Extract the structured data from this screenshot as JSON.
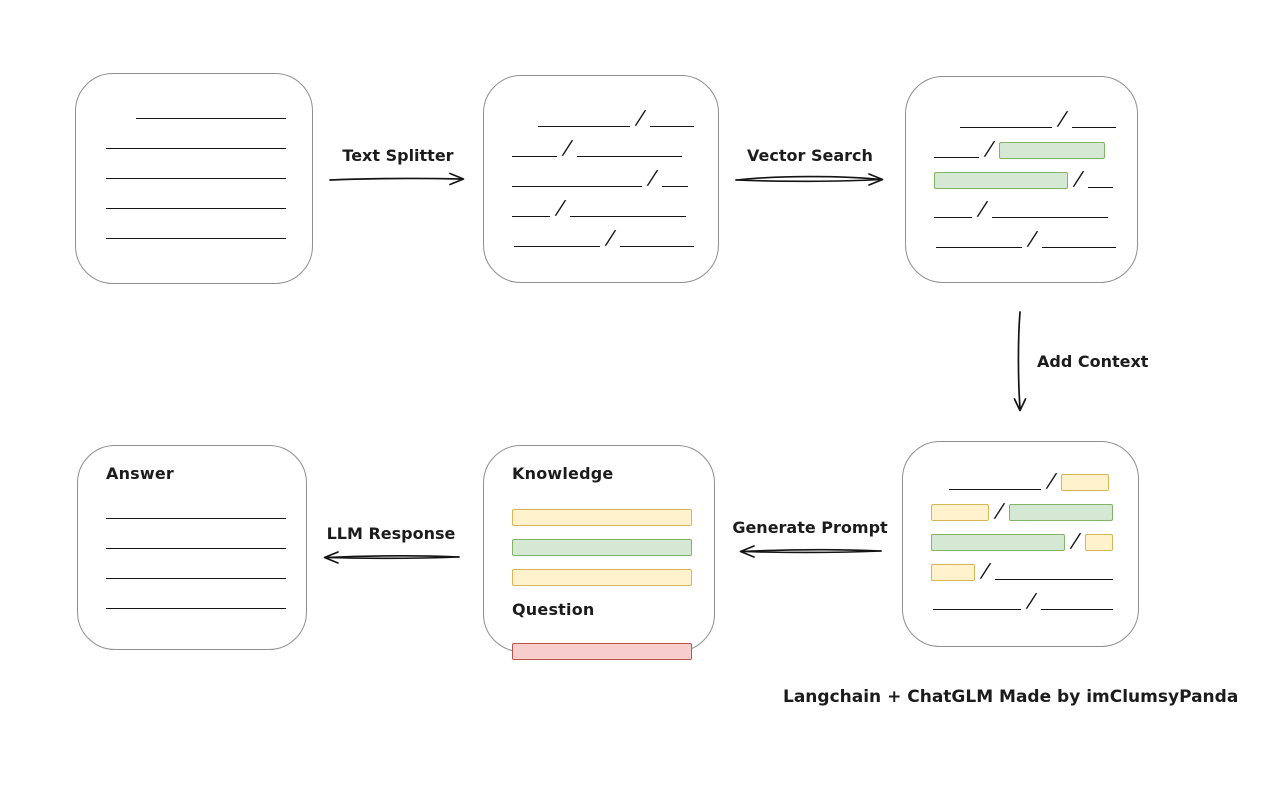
{
  "caption": "Langchain + ChatGLM Made by imClumsyPanda",
  "colors": {
    "box_border": "#8f8f8f",
    "line": "#141414",
    "green_fill": "#d5e8d4",
    "green_stroke": "#82b366",
    "yellow_fill": "#fff2cc",
    "yellow_stroke": "#d6b656",
    "red_fill": "#f8cecc",
    "red_stroke": "#b85450"
  },
  "arrows": [
    {
      "id": "text-splitter",
      "label": "Text Splitter",
      "direction": "right",
      "icon": "right-arrow-icon"
    },
    {
      "id": "vector-search",
      "label": "Vector Search",
      "direction": "right",
      "icon": "right-arrow-icon"
    },
    {
      "id": "add-context",
      "label": "Add Context",
      "direction": "down",
      "icon": "down-arrow-icon"
    },
    {
      "id": "generate-prompt",
      "label": "Generate Prompt",
      "direction": "left",
      "icon": "left-arrow-icon"
    },
    {
      "id": "llm-response",
      "label": "LLM Response",
      "direction": "left",
      "icon": "left-arrow-icon"
    }
  ],
  "nodes": {
    "document": {
      "description": "source document with plain text lines",
      "rows": [
        {
          "segs": [
            {
              "t": "line",
              "w": 150,
              "ml": 30
            }
          ]
        },
        {
          "segs": [
            {
              "t": "line",
              "w": 180
            }
          ]
        },
        {
          "segs": [
            {
              "t": "line",
              "w": 180
            }
          ]
        },
        {
          "segs": [
            {
              "t": "line",
              "w": 180
            }
          ]
        },
        {
          "segs": [
            {
              "t": "line",
              "w": 180
            }
          ]
        }
      ]
    },
    "chunks": {
      "description": "document split into chunks by slashes",
      "sep": "/",
      "rows": [
        {
          "segs": [
            {
              "t": "line",
              "w": 92,
              "ml": 26
            },
            {
              "t": "line",
              "w": 44
            }
          ]
        },
        {
          "segs": [
            {
              "t": "line",
              "w": 45
            },
            {
              "t": "line",
              "w": 105
            }
          ]
        },
        {
          "segs": [
            {
              "t": "line",
              "w": 130
            },
            {
              "t": "line",
              "w": 26
            }
          ]
        },
        {
          "segs": [
            {
              "t": "line",
              "w": 38
            },
            {
              "t": "line",
              "w": 116
            }
          ]
        },
        {
          "segs": [
            {
              "t": "line",
              "w": 86,
              "ml": 2
            },
            {
              "t": "line",
              "w": 74
            }
          ]
        }
      ]
    },
    "matched_chunks": {
      "description": "chunks with vector-search matches highlighted green",
      "sep": "/",
      "rows": [
        {
          "segs": [
            {
              "t": "line",
              "w": 92,
              "ml": 26
            },
            {
              "t": "line",
              "w": 44
            }
          ]
        },
        {
          "segs": [
            {
              "t": "line",
              "w": 45
            },
            {
              "t": "green",
              "w": 106
            }
          ]
        },
        {
          "segs": [
            {
              "t": "green",
              "w": 134
            },
            {
              "t": "line",
              "w": 25
            }
          ]
        },
        {
          "segs": [
            {
              "t": "line",
              "w": 38
            },
            {
              "t": "line",
              "w": 116
            }
          ]
        },
        {
          "segs": [
            {
              "t": "line",
              "w": 86,
              "ml": 2
            },
            {
              "t": "line",
              "w": 74
            }
          ]
        }
      ]
    },
    "context_chunks": {
      "description": "chunks with added context highlighted yellow around green matches",
      "sep": "/",
      "rows": [
        {
          "segs": [
            {
              "t": "line",
              "w": 92,
              "ml": 18
            },
            {
              "t": "yellow",
              "w": 48
            }
          ]
        },
        {
          "segs": [
            {
              "t": "yellow",
              "w": 58
            },
            {
              "t": "green",
              "w": 104
            }
          ]
        },
        {
          "segs": [
            {
              "t": "green",
              "w": 134
            },
            {
              "t": "yellow",
              "w": 28
            }
          ]
        },
        {
          "segs": [
            {
              "t": "yellow",
              "w": 44
            },
            {
              "t": "line",
              "w": 118
            }
          ]
        },
        {
          "segs": [
            {
              "t": "line",
              "w": 88,
              "ml": 2
            },
            {
              "t": "line",
              "w": 72
            }
          ]
        }
      ]
    },
    "prompt": {
      "knowledge_label": "Knowledge",
      "question_label": "Question",
      "knowledge_bars": {
        "rows": [
          {
            "segs": [
              {
                "t": "yellow",
                "w": 180
              }
            ]
          },
          {
            "segs": [
              {
                "t": "green",
                "w": 180
              }
            ]
          },
          {
            "segs": [
              {
                "t": "yellow",
                "w": 180
              }
            ]
          }
        ]
      },
      "question_bars": {
        "rows": [
          {
            "segs": [
              {
                "t": "red",
                "w": 180
              }
            ]
          }
        ]
      }
    },
    "answer": {
      "label": "Answer",
      "rows": [
        {
          "segs": [
            {
              "t": "line",
              "w": 180
            }
          ]
        },
        {
          "segs": [
            {
              "t": "line",
              "w": 180
            }
          ]
        },
        {
          "segs": [
            {
              "t": "line",
              "w": 180
            }
          ]
        },
        {
          "segs": [
            {
              "t": "line",
              "w": 180
            }
          ]
        }
      ]
    }
  }
}
